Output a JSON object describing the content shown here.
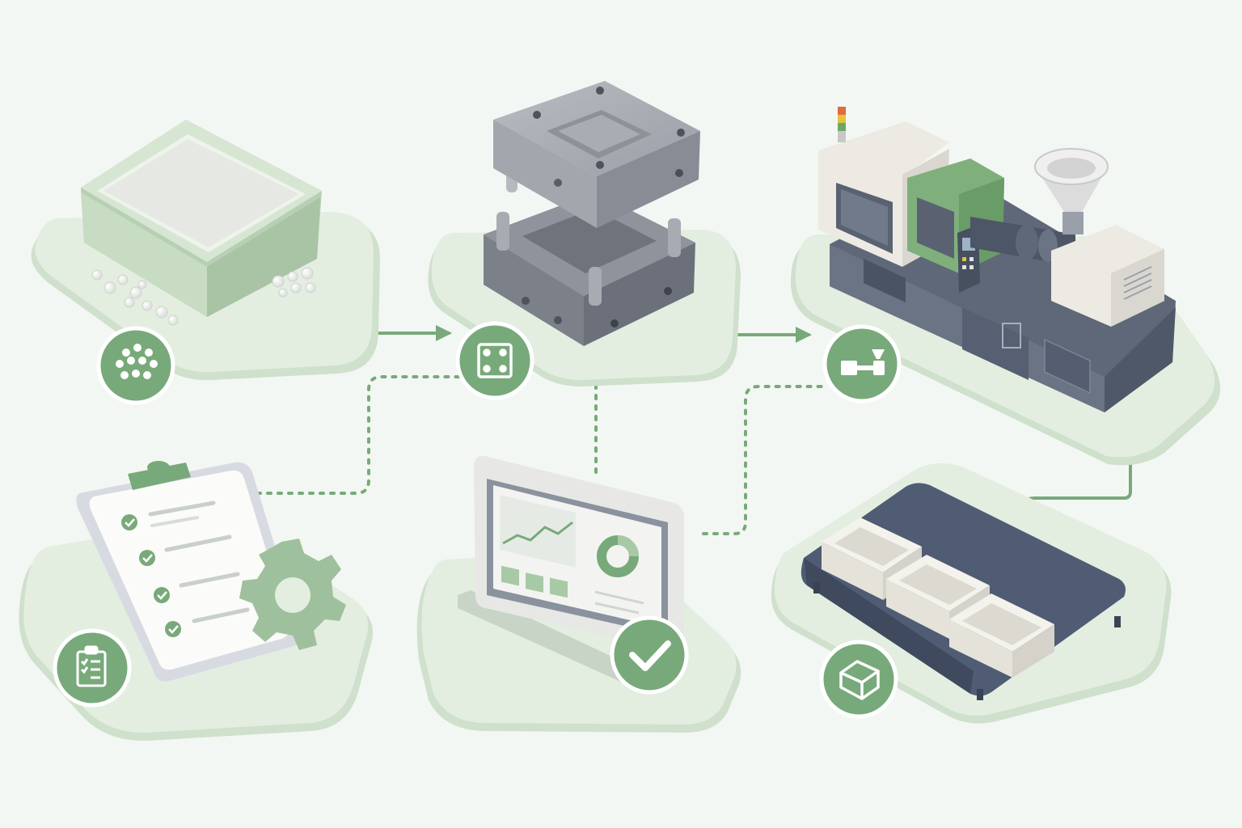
{
  "colors": {
    "background": "#f3f7f3",
    "platform": "#e3eee1",
    "platform_edge": "#cfe0cc",
    "accent_green": "#78a97a",
    "accent_green_light": "#a8c9a6",
    "steel": "#9a9ea6",
    "slate": "#5f6878",
    "navy_tray": "#4f5c73",
    "cream": "#f2f0ea"
  },
  "nodes": [
    {
      "id": "resin-pellets",
      "icon": "pellets-icon"
    },
    {
      "id": "mold-tool",
      "icon": "mold-icon"
    },
    {
      "id": "injection-machine",
      "icon": "injection-machine-icon"
    },
    {
      "id": "process-planning",
      "icon": "checklist-icon"
    },
    {
      "id": "monitoring-dashboard",
      "icon": "check-icon"
    },
    {
      "id": "molded-parts",
      "icon": "part-box-icon"
    }
  ],
  "connectors": [
    {
      "from": "resin-pellets",
      "to": "mold-tool",
      "style": "solid-arrow"
    },
    {
      "from": "mold-tool",
      "to": "injection-machine",
      "style": "solid-arrow"
    },
    {
      "from": "injection-machine",
      "to": "molded-parts",
      "style": "solid-line"
    },
    {
      "from": "process-planning",
      "to": "mold-tool",
      "style": "dotted"
    },
    {
      "from": "monitoring-dashboard",
      "to": "mold-tool",
      "style": "dotted"
    },
    {
      "from": "monitoring-dashboard",
      "to": "injection-machine",
      "style": "dotted"
    }
  ]
}
